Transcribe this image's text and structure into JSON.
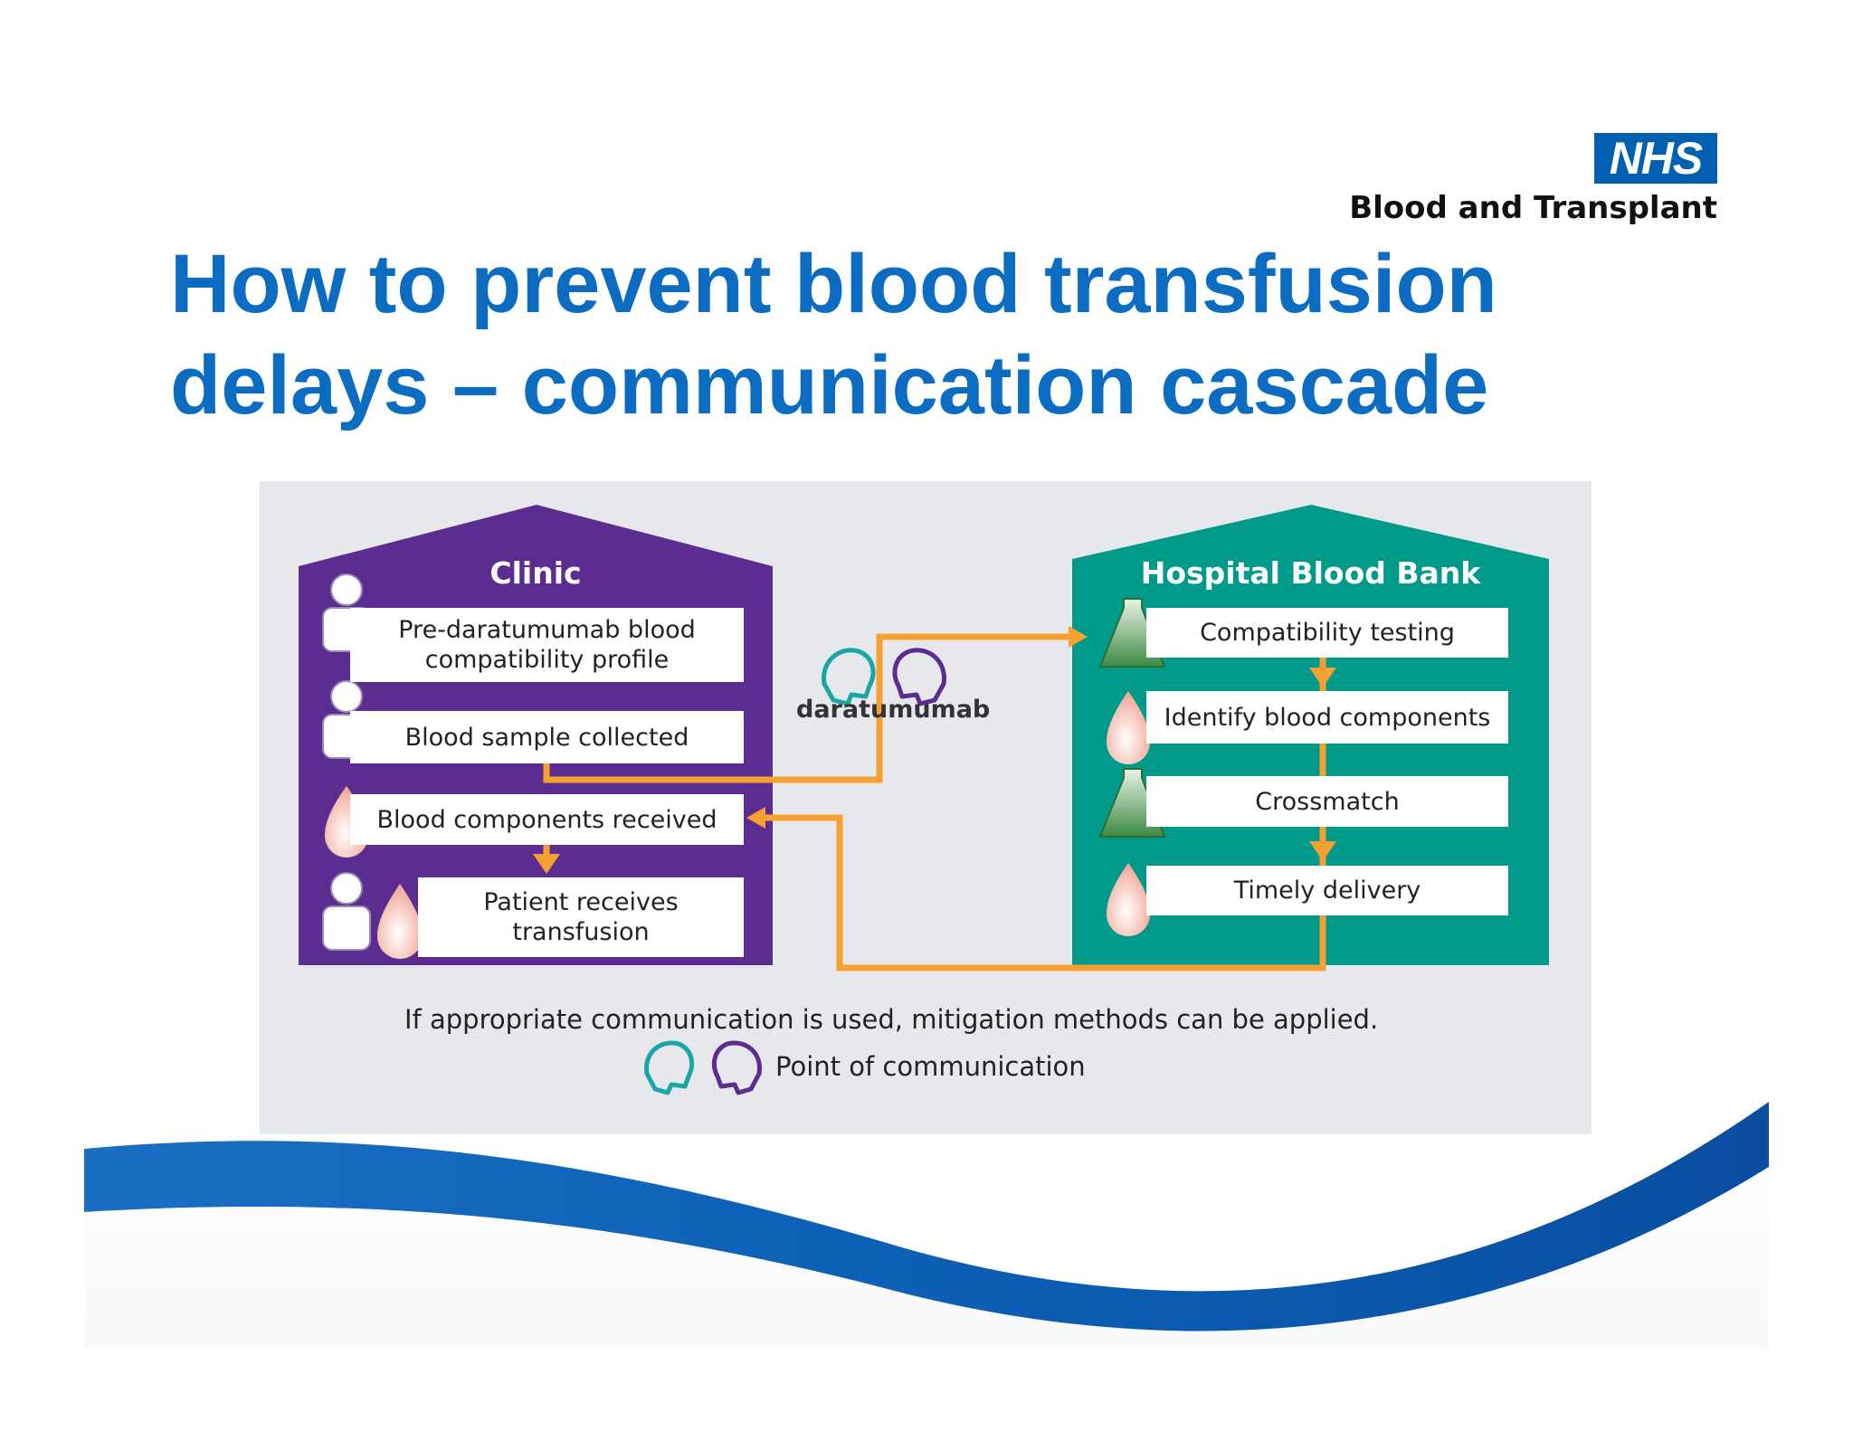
{
  "brand": {
    "logo_text": "NHS",
    "org_name": "Blood and Transplant",
    "primary_color": "#0b6cc2",
    "logo_color": "#0060b0"
  },
  "title": "How to prevent blood transfusion delays – communication cascade",
  "diagram": {
    "clinic": {
      "title": "Clinic",
      "color": "#5c2d91",
      "steps": [
        {
          "label": "Pre-daratumumab blood compatibility profile",
          "icon": "person-icon"
        },
        {
          "label": "Blood sample collected",
          "icon": "person-icon"
        },
        {
          "label": "Blood components received",
          "icon": "blood-drop-icon"
        },
        {
          "label": "Patient receives transfusion",
          "icon": "person-blood-drop-icon"
        }
      ]
    },
    "blood_bank": {
      "title": "Hospital Blood Bank",
      "color": "#009a8a",
      "steps": [
        {
          "label": "Compatibility testing",
          "icon": "flask-icon"
        },
        {
          "label": "Identify blood components",
          "icon": "blood-drop-icon"
        },
        {
          "label": "Crossmatch",
          "icon": "flask-icon"
        },
        {
          "label": "Timely delivery",
          "icon": "blood-drop-icon"
        }
      ]
    },
    "communication_label": "daratumumab",
    "arrow_color": "#f5a030",
    "caption": "If appropriate communication is used, mitigation methods can be applied.",
    "legend_label": "Point of communication",
    "legend_icons": [
      "speech-head-teal-icon",
      "speech-head-purple-icon"
    ]
  }
}
